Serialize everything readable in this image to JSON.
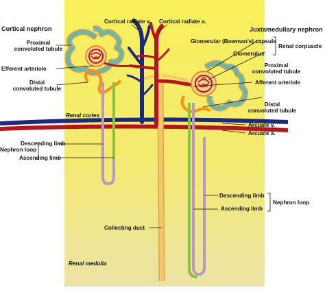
{
  "headings": {
    "cortical_nephron": "Cortical nephron",
    "juxtamedullary_nephron": "Juxtamedullary nephron"
  },
  "regions": {
    "renal_cortex": "Renal cortex",
    "renal_medulla": "Renal medulla"
  },
  "labels": {
    "cortical_radiate_v": "Cortical radiate v.",
    "cortical_radiate_a": "Cortical radiate a.",
    "glomerular_capsule": "Glomerular (Bowman's) capsule",
    "renal_corpuscle": "Renal corpuscle",
    "glomerulus": "Glomerulus",
    "proximal_left_1": "Proximal",
    "proximal_left_2": "convoluted tubule",
    "efferent_arteriole": "Efferent arteriole",
    "distal_left_1": "Distal",
    "distal_left_2": "convoluted tubule",
    "proximal_right_1": "Proximal",
    "proximal_right_2": "convoluted tubule",
    "afferent_arteriole": "Afferent arteriole",
    "distal_right_1": "Distal",
    "distal_right_2": "convoluted tubule",
    "arcuate_v": "Arcuate v.",
    "arcuate_a": "Arcuate a.",
    "nephron_loop_left": "Nephron loop",
    "descending_limb_left": "Descending limb",
    "ascending_limb_left": "Ascending limb",
    "descending_limb_right": "Descending limb",
    "nephron_loop_right": "Nephron loop",
    "ascending_limb_right": "Ascending limb",
    "collecting_duct": "Collecting duct"
  },
  "colors": {
    "background_panel": "#f6ee5c",
    "medulla_panel": "#eee3a0",
    "vein": "#1d2a7a",
    "artery": "#b3161c",
    "proximal_tubule": "#6fb6a8",
    "distal_tubule": "#ff8c1a",
    "capsule": "#f2a03d",
    "descending_limb": "#b79ac4",
    "ascending_limb": "#8bbf3f",
    "collecting_duct": "#f3c86b"
  }
}
